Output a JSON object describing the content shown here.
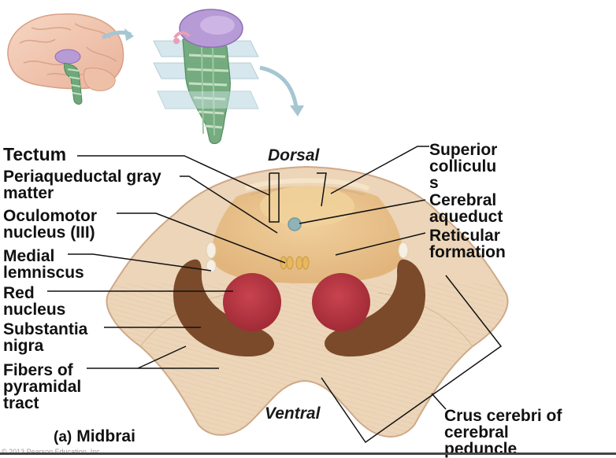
{
  "orientation": {
    "dorsal": "Dorsal",
    "ventral": "Ventral"
  },
  "caption": {
    "letter": "(a)",
    "text": "Midbrai"
  },
  "copyright": "© 2013 Pearson Education, Inc.",
  "labels_left": [
    {
      "id": "tectum",
      "text": "Tectum"
    },
    {
      "id": "periaqueductal",
      "text": "Periaqueductal gray\nmatter"
    },
    {
      "id": "oculomotor",
      "text": "Oculomotor\nnucleus (III)"
    },
    {
      "id": "medial-lemniscus",
      "text": "Medial\nlemniscus"
    },
    {
      "id": "red-nucleus",
      "text": "Red\nnucleus"
    },
    {
      "id": "substantia-nigra",
      "text": "Substantia\nnigra"
    },
    {
      "id": "pyramidal",
      "text": "Fibers of\npyramidal\ntract"
    }
  ],
  "labels_right": [
    {
      "id": "superior-colliculus",
      "text": "Superior\ncolliculu\ns"
    },
    {
      "id": "cerebral-aqueduct",
      "text": "Cerebral\naqueduct"
    },
    {
      "id": "reticular",
      "text": "Reticular\nformation"
    },
    {
      "id": "crus",
      "text": "Crus cerebri of\ncerebral\npeduncle"
    }
  ],
  "colors": {
    "tissue_outer": "#ecd5b8",
    "tissue_inner": "#e3bd8a",
    "red_nucleus": "#b8333f",
    "substantia_nigra": "#7a4a2a",
    "aqueduct": "#8fb3b8",
    "brain_pink": "#f2c9b0",
    "brainstem_green": "#6fa87a",
    "thalamus_purple": "#b79bd6",
    "plane_blue": "#cfe3ea",
    "arrow": "#a6c6d2"
  }
}
